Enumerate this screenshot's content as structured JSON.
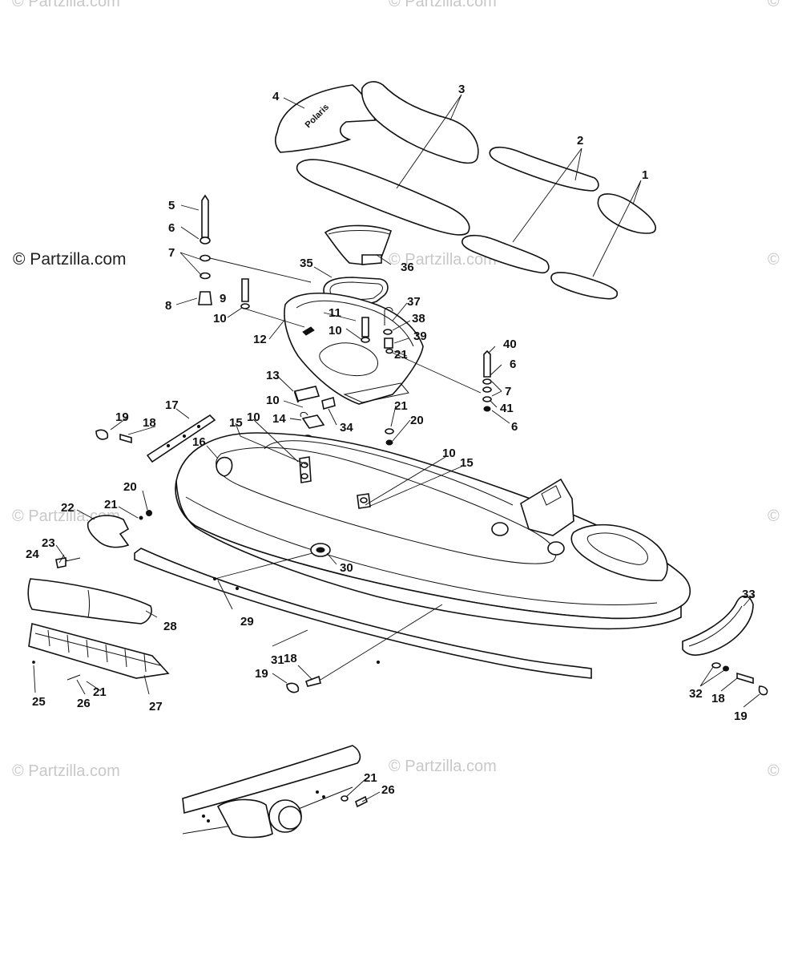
{
  "watermarks": {
    "main": "© Partzilla.com",
    "faded": "© Partzilla.com",
    "edge": "©"
  },
  "brand_decal_text": "Polaris",
  "labels": [
    "1",
    "2",
    "3",
    "4",
    "5",
    "6",
    "7",
    "8",
    "9",
    "10",
    "11",
    "12",
    "13",
    "14",
    "15",
    "16",
    "17",
    "18",
    "19",
    "20",
    "21",
    "22",
    "23",
    "24",
    "25",
    "26",
    "27",
    "28",
    "29",
    "30",
    "31",
    "32",
    "33",
    "34",
    "35",
    "36",
    "37",
    "38",
    "39",
    "40",
    "41"
  ],
  "colors": {
    "ink": "#111111",
    "watermark": "#c8c8c8",
    "background": "#ffffff"
  }
}
